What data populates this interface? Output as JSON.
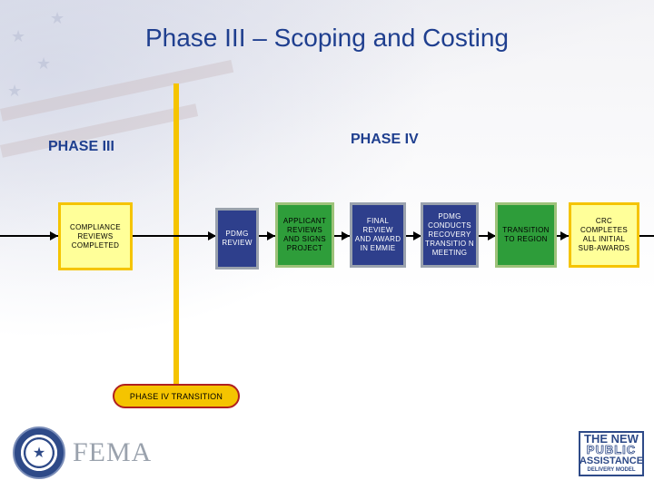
{
  "title": "Phase III – Scoping and Costing",
  "phases": {
    "left": "PHASE III",
    "right": "PHASE IV"
  },
  "colors": {
    "title_blue": "#1f3f8f",
    "divider_yellow": "#f5c400",
    "box_yellow": "#ffff99",
    "box_blue": "#2e3f8c",
    "box_green": "#2e9d3a"
  },
  "nodes": [
    {
      "id": "compliance",
      "label": "COMPLIANCE REVIEWS COMPLETED",
      "style": "yellow"
    },
    {
      "id": "pdmg-review",
      "label": "PDMG REVIEW",
      "style": "blue"
    },
    {
      "id": "applicant",
      "label": "APPLICANT REVIEWS AND SIGNS PROJECT",
      "style": "green"
    },
    {
      "id": "final-review",
      "label": "FINAL REVIEW AND AWARD IN EMMIE",
      "style": "blue"
    },
    {
      "id": "pdmg-conducts",
      "label": "PDMG CONDUCTS RECOVERY TRANSITIO N MEETING",
      "style": "blue"
    },
    {
      "id": "transition-region",
      "label": "TRANSITION TO REGION",
      "style": "green"
    },
    {
      "id": "crc-completes",
      "label": "CRC COMPLETES ALL INITIAL SUB-AWARDS",
      "style": "yellow"
    }
  ],
  "transition_label": "PHASE IV TRANSITION",
  "logos": {
    "fema": "FEMA",
    "model_line1": "THE NEW",
    "model_line2": "PUBLIC",
    "model_line3": "ASSISTANCE",
    "model_line4": "DELIVERY MODEL"
  }
}
